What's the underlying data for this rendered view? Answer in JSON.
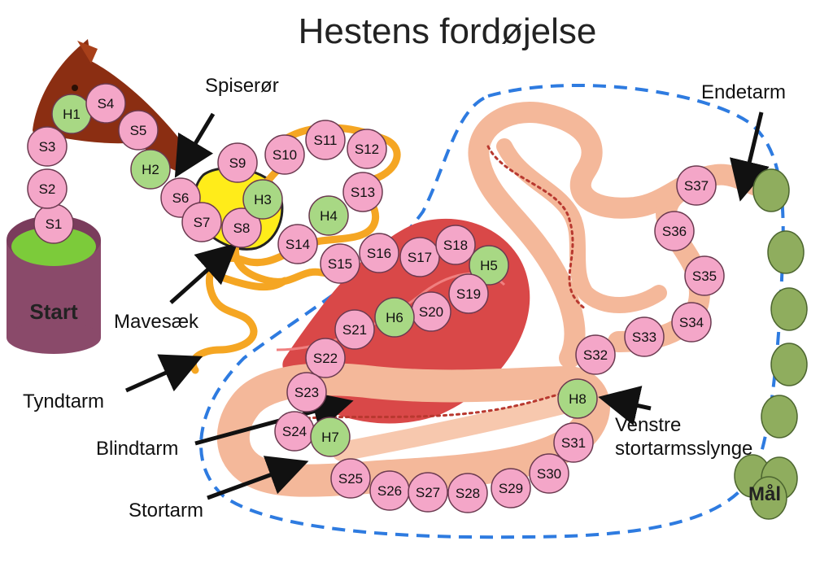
{
  "title": "Hestens fordøjelse",
  "labels": {
    "spiseroer": "Spiserør",
    "endetarm": "Endetarm",
    "mavesaek": "Mavesæk",
    "tyndtarm": "Tyndtarm",
    "blindtarm": "Blindtarm",
    "stortarm": "Stortarm",
    "venstre_line1": "Venstre",
    "venstre_line2": "stortarmsslynge",
    "start": "Start",
    "goal": "Mål"
  },
  "colors": {
    "square": "#f4a6c8",
    "help_square": "#a8d884",
    "goal_fields": "#8fad5e",
    "start_cylinder": "#8a4a6a",
    "start_top": "#7ccb3a",
    "dashed_outline": "#2e7be0",
    "small_intestine": "#f5a623",
    "large_intestine": "#f4b89a",
    "cecum": "#d94848",
    "horse": "#8b2e12"
  },
  "squares": [
    {
      "label": "S1",
      "type": "S"
    },
    {
      "label": "S2",
      "type": "S"
    },
    {
      "label": "S3",
      "type": "S"
    },
    {
      "label": "H1",
      "type": "H"
    },
    {
      "label": "S4",
      "type": "S"
    },
    {
      "label": "S5",
      "type": "S"
    },
    {
      "label": "H2",
      "type": "H"
    },
    {
      "label": "S6",
      "type": "S"
    },
    {
      "label": "S7",
      "type": "S"
    },
    {
      "label": "S8",
      "type": "S"
    },
    {
      "label": "S9",
      "type": "S"
    },
    {
      "label": "H3",
      "type": "H"
    },
    {
      "label": "S10",
      "type": "S"
    },
    {
      "label": "S11",
      "type": "S"
    },
    {
      "label": "S12",
      "type": "S"
    },
    {
      "label": "S13",
      "type": "S"
    },
    {
      "label": "H4",
      "type": "H"
    },
    {
      "label": "S14",
      "type": "S"
    },
    {
      "label": "S15",
      "type": "S"
    },
    {
      "label": "S16",
      "type": "S"
    },
    {
      "label": "S17",
      "type": "S"
    },
    {
      "label": "S18",
      "type": "S"
    },
    {
      "label": "H5",
      "type": "H"
    },
    {
      "label": "S19",
      "type": "S"
    },
    {
      "label": "S20",
      "type": "S"
    },
    {
      "label": "H6",
      "type": "H"
    },
    {
      "label": "S21",
      "type": "S"
    },
    {
      "label": "S22",
      "type": "S"
    },
    {
      "label": "S23",
      "type": "S"
    },
    {
      "label": "S24",
      "type": "S"
    },
    {
      "label": "H7",
      "type": "H"
    },
    {
      "label": "S25",
      "type": "S"
    },
    {
      "label": "S26",
      "type": "S"
    },
    {
      "label": "S27",
      "type": "S"
    },
    {
      "label": "S28",
      "type": "S"
    },
    {
      "label": "S29",
      "type": "S"
    },
    {
      "label": "S30",
      "type": "S"
    },
    {
      "label": "S31",
      "type": "S"
    },
    {
      "label": "H8",
      "type": "H"
    },
    {
      "label": "S32",
      "type": "S"
    },
    {
      "label": "S33",
      "type": "S"
    },
    {
      "label": "S34",
      "type": "S"
    },
    {
      "label": "S35",
      "type": "S"
    },
    {
      "label": "S36",
      "type": "S"
    },
    {
      "label": "S37",
      "type": "S"
    }
  ],
  "goal_field_count": 8
}
